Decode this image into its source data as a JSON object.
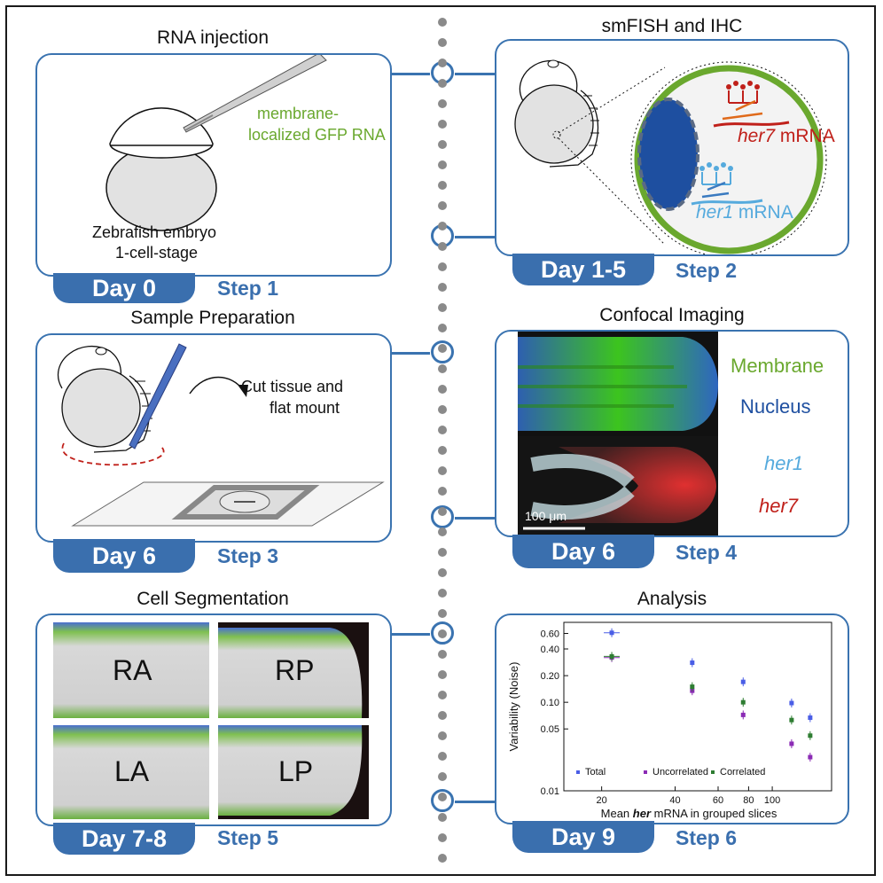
{
  "steps": [
    {
      "title": "RNA injection",
      "day": "Day 0",
      "step": "Step 1"
    },
    {
      "title": "smFISH and IHC",
      "day": "Day 1-5",
      "step": "Step 2"
    },
    {
      "title": "Sample Preparation",
      "day": "Day 6",
      "step": "Step 3"
    },
    {
      "title": "Confocal Imaging",
      "day": "Day 6",
      "step": "Step 4"
    },
    {
      "title": "Cell Segmentation",
      "day": "Day 7-8",
      "step": "Step 5"
    },
    {
      "title": "Analysis",
      "day": "Day 9",
      "step": "Step 6"
    }
  ],
  "panel1": {
    "rna_label_line1": "membrane-",
    "rna_label_line2": "localized GFP RNA",
    "embryo_line1": "Zebrafish embryo",
    "embryo_line2": "1-cell-stage"
  },
  "panel2": {
    "her7": "her7",
    "her7_suffix": " mRNA",
    "her1": "her1",
    "her1_suffix": " mRNA"
  },
  "panel3": {
    "cut_line1": "Cut tissue and",
    "cut_line2": "flat mount"
  },
  "panel4": {
    "membrane": "Membrane",
    "nucleus": "Nucleus",
    "her1": "her1",
    "her7": "her7",
    "scale": "100 μm"
  },
  "panel5": {
    "quadrants": [
      "RA",
      "RP",
      "LA",
      "LP"
    ]
  },
  "colors": {
    "accent": "#3a6fae",
    "green": "#6aa82e",
    "blue_text": "#1e4fa0",
    "light_blue": "#55aadd",
    "red": "#c0201a"
  },
  "chart_data": {
    "type": "scatter",
    "title": "",
    "xlabel_prefix": "Mean ",
    "xlabel_italic": "her",
    "xlabel_suffix": " mRNA in grouped slices",
    "ylabel": "Variability (Noise)",
    "x_scale": "log",
    "y_scale": "log",
    "xlim": [
      14,
      175
    ],
    "ylim": [
      0.01,
      0.8
    ],
    "x_ticks": [
      20,
      40,
      60,
      80,
      100
    ],
    "y_ticks": [
      0.01,
      0.05,
      0.1,
      0.2,
      0.4,
      0.6
    ],
    "x_tick_labels": [
      "20",
      "40",
      "60",
      "80",
      "100"
    ],
    "y_tick_labels": [
      "0.01",
      "0.05",
      "0.10",
      "0.20",
      "0.40",
      "0.60"
    ],
    "legend_position": "bottom",
    "series": [
      {
        "name": "Total",
        "color": "#4a5ee6",
        "x": [
          22,
          47,
          76,
          120,
          143
        ],
        "y": [
          0.61,
          0.28,
          0.17,
          0.098,
          0.067
        ]
      },
      {
        "name": "Uncorrelated",
        "color": "#8b2bb5",
        "x": [
          22,
          47,
          76,
          120,
          143
        ],
        "y": [
          0.32,
          0.135,
          0.072,
          0.034,
          0.024
        ]
      },
      {
        "name": "Correlated",
        "color": "#2e7d32",
        "x": [
          22,
          47,
          76,
          120,
          143
        ],
        "y": [
          0.33,
          0.15,
          0.1,
          0.063,
          0.042
        ]
      }
    ]
  }
}
